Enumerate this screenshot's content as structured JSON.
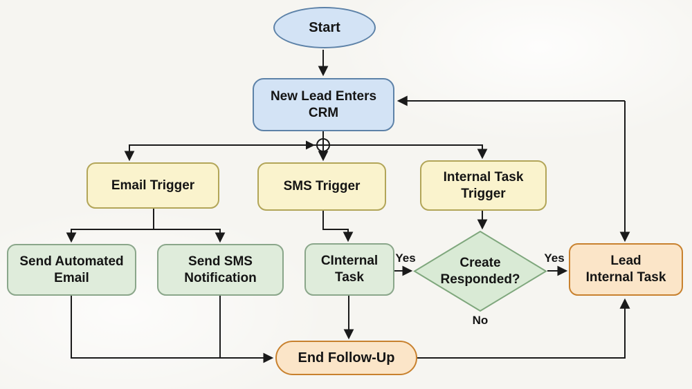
{
  "diagram": {
    "type": "flowchart",
    "nodes": {
      "start": {
        "label": "Start",
        "shape": "ellipse"
      },
      "new_lead_crm": {
        "label": "New Lead Enters\nCRM",
        "shape": "rounded-rect"
      },
      "email_trigger": {
        "label": "Email Trigger",
        "shape": "rounded-rect"
      },
      "sms_trigger": {
        "label": "SMS Trigger",
        "shape": "rounded-rect"
      },
      "internal_task_trigger": {
        "label": "Internal Task\nTrigger",
        "shape": "rounded-rect"
      },
      "send_automated_email": {
        "label": "Send Automated\nEmail",
        "shape": "rounded-rect"
      },
      "send_sms_notification": {
        "label": "Send SMS\nNotification",
        "shape": "rounded-rect"
      },
      "cinternal_task": {
        "label": "CInternal\nTask",
        "shape": "rounded-rect"
      },
      "create_responded": {
        "label": "Create\nResponded?",
        "shape": "diamond"
      },
      "lead_internal_task": {
        "label": "Lead\nInternal Task",
        "shape": "rounded-rect"
      },
      "end_follow_up": {
        "label": "End Follow-Up",
        "shape": "stadium"
      }
    },
    "edge_labels": {
      "yes_left": "Yes",
      "yes_right": "Yes",
      "no": "No"
    },
    "colors": {
      "blue-fill": "#d3e3f5",
      "blue-border": "#5d82a8",
      "yellow-fill": "#faf3cd",
      "yellow-border": "#b2a558",
      "green-fill": "#dfecdb",
      "green-border": "#8aa68a",
      "diamond-fill": "#d9ead5",
      "diamond-border": "#7fa77d",
      "orange-fill": "#fbe5c8",
      "orange-border": "#c8812e",
      "line": "#1a1a1a",
      "text": "#141414"
    }
  }
}
